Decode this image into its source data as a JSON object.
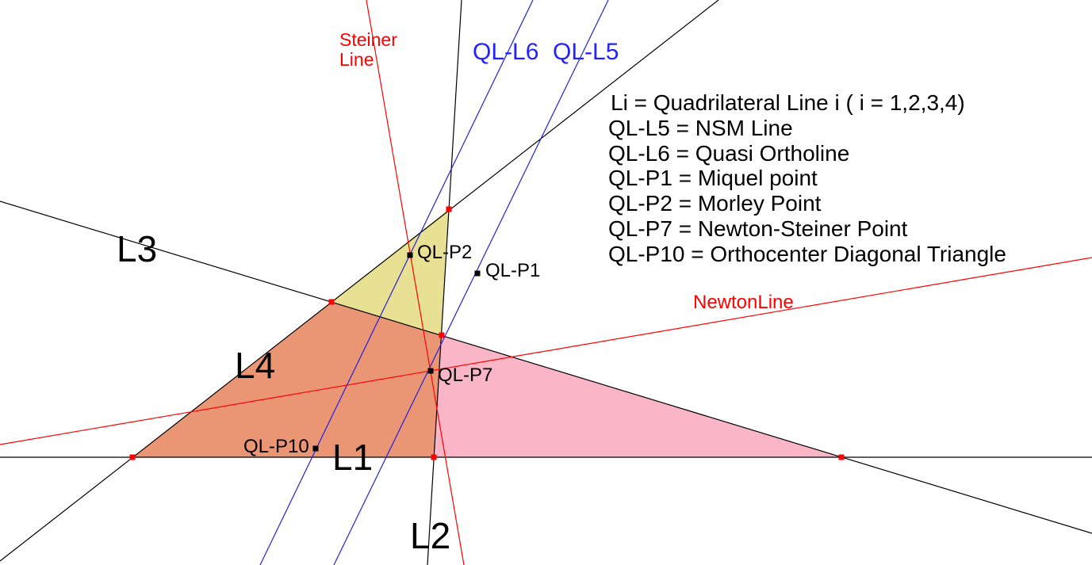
{
  "colors": {
    "background": "#FFFFFF",
    "line_black": "#000000",
    "line_blue": "#2222DD",
    "line_red": "#FF0000",
    "label_black": "#000000",
    "label_blue": "#2222FF",
    "label_red": "#FF0000",
    "fill_yellow": "#E8E092",
    "fill_orange": "#EA9574",
    "fill_pink": "#FAB6C6",
    "marker_red": "#FF0000",
    "marker_black": "#000000"
  },
  "legend": {
    "lines": [
      "Li = Quadrilateral Line i ( i = 1,2,3,4)",
      "QL-L5 = NSM Line",
      "QL-L6 = Quasi Ortholine",
      "QL-P1 = Miquel point",
      "QL-P2 = Morley Point",
      "QL-P7 = Newton-Steiner Point",
      "QL-P10 = Orthocenter Diagonal Triangle"
    ]
  },
  "line_labels": {
    "l1": "L1",
    "l2": "L2",
    "l3": "L3",
    "l4": "L4",
    "ql_l5": "QL-L5",
    "ql_l6": "QL-L6",
    "steiner_word1": "Steiner",
    "steiner_word2": "Line",
    "newton": "NewtonLine"
  },
  "point_labels": {
    "ql_p1": "QL-P1",
    "ql_p2": "QL-P2",
    "ql_p7": "QL-P7",
    "ql_p10": "QL-P10"
  }
}
